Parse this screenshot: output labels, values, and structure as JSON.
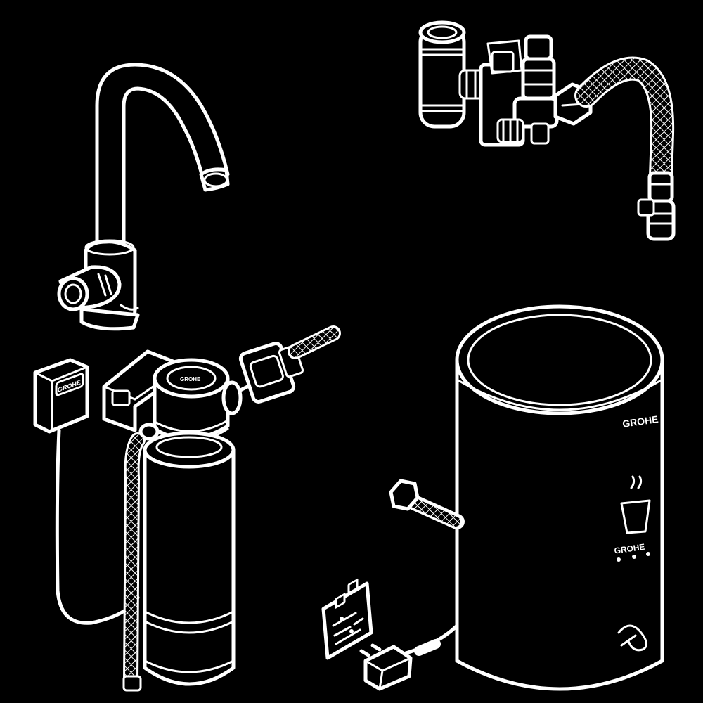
{
  "labels": {
    "boiler_brand": "GROHE",
    "boiler_panel_brand": "GROHE",
    "controller_display": "GROHE",
    "filter_dial": "GROHE"
  },
  "colors": {
    "background": "#000000",
    "line": "#ffffff"
  },
  "components": [
    {
      "name": "swivel-spout-tap-icon"
    },
    {
      "name": "mixing-valve-assembly-icon"
    },
    {
      "name": "control-unit-icon"
    },
    {
      "name": "water-filter-icon"
    },
    {
      "name": "solenoid-valve-icon"
    },
    {
      "name": "boiler-tank-icon"
    },
    {
      "name": "power-plug-icon"
    },
    {
      "name": "instruction-label-icon"
    }
  ]
}
